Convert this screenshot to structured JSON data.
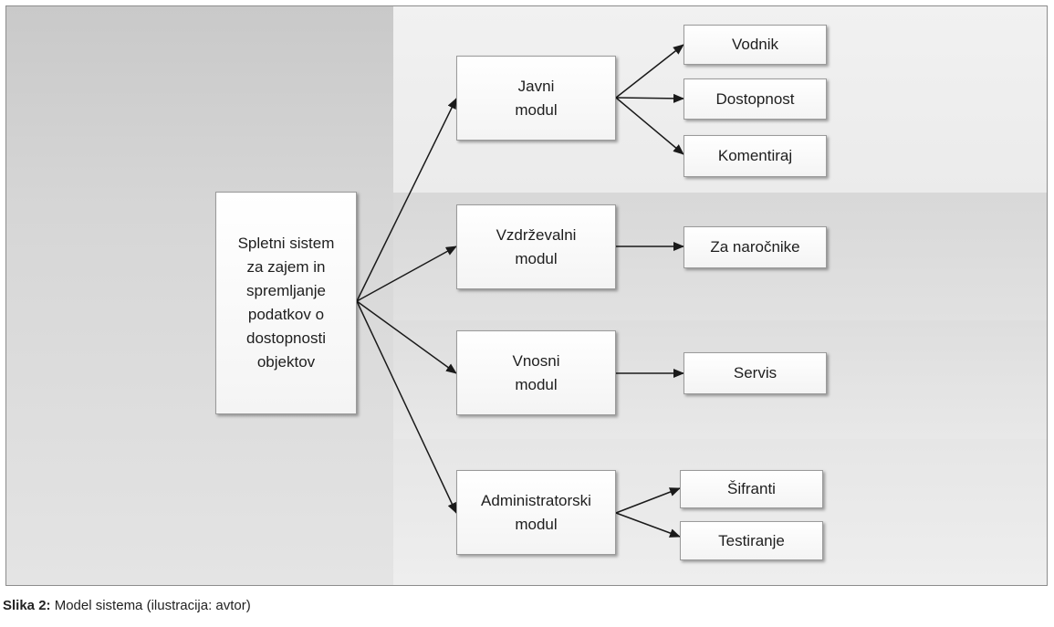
{
  "root": {
    "text": "Spletni sistem\nza zajem in\nspremljanje\npodatkov o\ndostopnosti\nobjektov"
  },
  "modules": {
    "javni": {
      "text": "Javni\nmodul",
      "children": [
        "Vodnik",
        "Dostopnost",
        "Komentiraj"
      ]
    },
    "vzdrzevalni": {
      "text": "Vzdrževalni\nmodul",
      "children": [
        "Za naročnike"
      ]
    },
    "vnosni": {
      "text": "Vnosni\nmodul",
      "children": [
        "Servis"
      ]
    },
    "administratorski": {
      "text": "Administratorski\nmodul",
      "children": [
        "Šifranti",
        "Testiranje"
      ]
    }
  },
  "caption": {
    "label": "Slika 2:",
    "text": " Model sistema (ilustracija: avtor)"
  },
  "colors": {
    "box_border": "#9a9a9a",
    "arrow": "#1a1a1a",
    "frame": "#8c8c8c"
  }
}
